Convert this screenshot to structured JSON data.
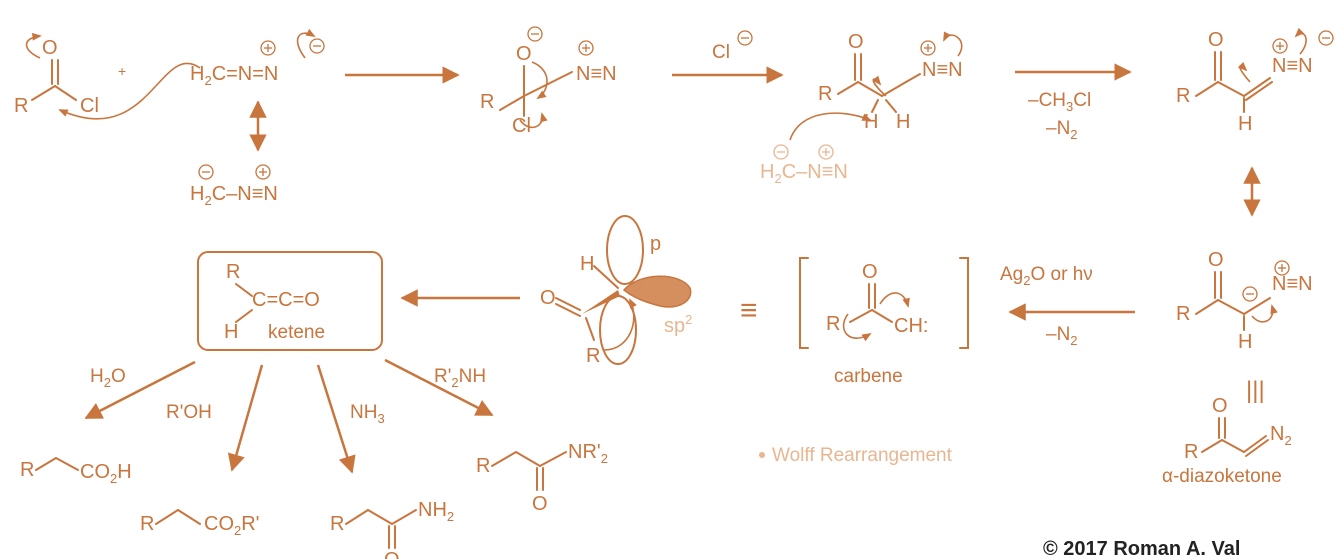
{
  "labels": {
    "ketene": "ketene",
    "carbene": "carbene",
    "diazoketone": "α-diazoketone",
    "wolff": "Wolff Rearrangement",
    "p_orbital": "p",
    "sp2": "sp",
    "sp2_sup": "2",
    "copyright": "© 2017 Roman A. Val"
  },
  "reagents": {
    "chloride": "Cl",
    "elim_1": "–CH",
    "elim_1_sub": "3",
    "elim_1_tail": "Cl",
    "elim_2": "–N",
    "elim_2_sub": "2",
    "ag2o": "Ag",
    "ag2o_sub": "2",
    "ag2o_tail": "O or hν",
    "elim_3": "–N",
    "elim_3_sub": "2",
    "h2o": "H",
    "h2o_sub": "2",
    "h2o_tail": "O",
    "rOH": "R'OH",
    "nh3": "NH",
    "nh3_sub": "3",
    "r2nh": "R'",
    "r2nh_sub": "2",
    "r2nh_tail": "NH"
  },
  "atoms": {
    "O": "O",
    "R": "R",
    "Cl": "Cl",
    "H": "H",
    "plus": "+",
    "C": "C",
    "N": "N",
    "CH": "CH:",
    "h2c_diazo": "H",
    "h2c_sub": "2",
    "h2c_tail": "C=N=N",
    "h2c_res": "C–N≡N",
    "n_triple": "N≡N",
    "ketene_formula": "C=C=O",
    "CO2H": "CO",
    "CO2H_sub": "2",
    "CO2H_tail": "H",
    "CO2R": "CO",
    "CO2R_sub": "2",
    "CO2R_tail": "R'",
    "NH2": "NH",
    "NH2_sub": "2",
    "NR2": "NR'",
    "NR2_sub": "2",
    "N2": "N",
    "N2_sub": "2",
    "Rdot": "R",
    "eq": "≡",
    "equiv": "|||"
  }
}
